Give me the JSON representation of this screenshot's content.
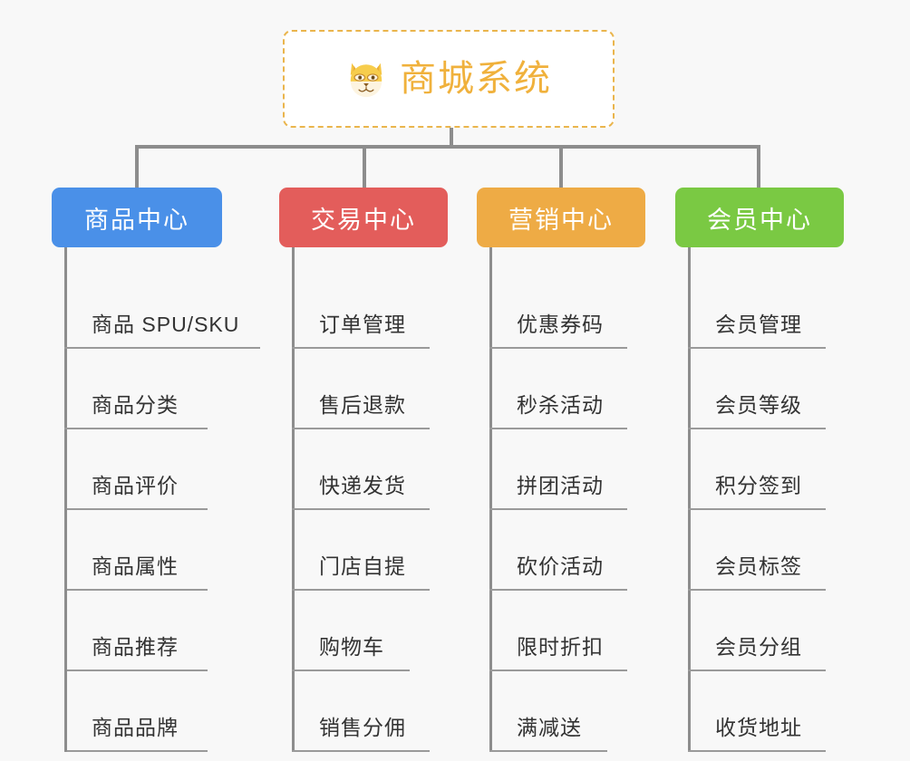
{
  "background_color": "#f8f8f8",
  "root": {
    "icon": "dog-face-emoji",
    "title": "商城系统",
    "border_color": "#eab54d",
    "text_color": "#f0b13c",
    "background": "#ffffff"
  },
  "connector_color": "#8d8d8d",
  "columns": [
    {
      "id": "product-center",
      "label": "商品中心",
      "color": "#4a90e8",
      "items": [
        "商品 SPU/SKU",
        "商品分类",
        "商品评价",
        "商品属性",
        "商品推荐",
        "商品品牌"
      ]
    },
    {
      "id": "trade-center",
      "label": "交易中心",
      "color": "#e35d5b",
      "items": [
        "订单管理",
        "售后退款",
        "快递发货",
        "门店自提",
        "购物车",
        "销售分佣"
      ]
    },
    {
      "id": "marketing-center",
      "label": "营销中心",
      "color": "#eeab45",
      "items": [
        "优惠券码",
        "秒杀活动",
        "拼团活动",
        "砍价活动",
        "限时折扣",
        "满减送"
      ]
    },
    {
      "id": "member-center",
      "label": "会员中心",
      "color": "#7ac943",
      "items": [
        "会员管理",
        "会员等级",
        "积分签到",
        "会员标签",
        "会员分组",
        "收货地址"
      ]
    }
  ]
}
